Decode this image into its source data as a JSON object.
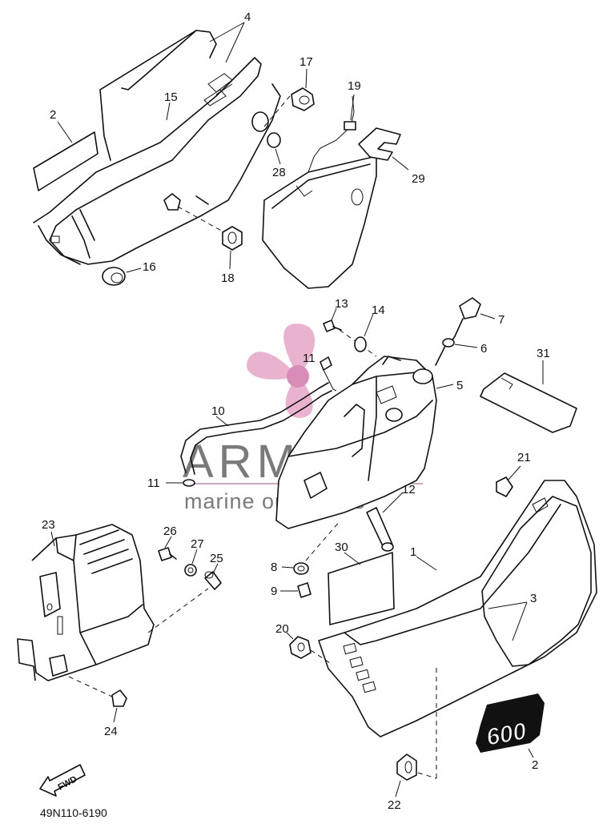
{
  "catalog_number": "49N110-6190",
  "fwd_label": "FWD",
  "emblem_text": "600",
  "watermark": {
    "line1": "ARMADA",
    "line2": "marine outboards",
    "logo_color": "#e6a6c8",
    "line_color": "#c9a6c6"
  },
  "callouts": {
    "c1": "1",
    "c2a": "2",
    "c2b": "2",
    "c3": "3",
    "c4": "4",
    "c5": "5",
    "c6": "6",
    "c7": "7",
    "c8": "8",
    "c9": "9",
    "c10": "10",
    "c11a": "11",
    "c11b": "11",
    "c12": "12",
    "c13": "13",
    "c14": "14",
    "c15": "15",
    "c16": "16",
    "c17": "17",
    "c18": "18",
    "c19": "19",
    "c20": "20",
    "c21": "21",
    "c22": "22",
    "c23": "23",
    "c24": "24",
    "c25": "25",
    "c26": "26",
    "c27": "27",
    "c28": "28",
    "c29": "29",
    "c30": "30",
    "c31": "31"
  }
}
